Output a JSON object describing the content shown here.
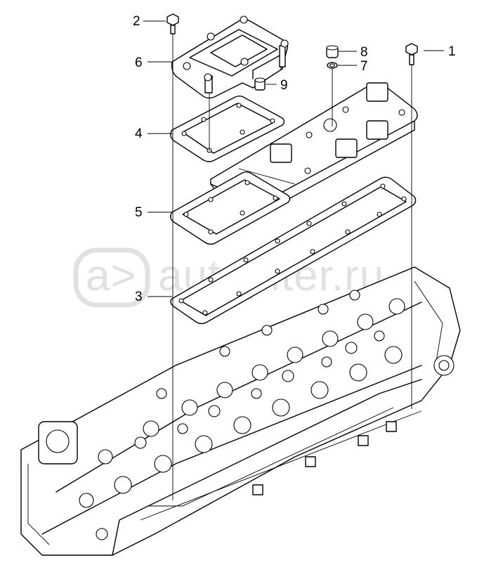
{
  "callouts": {
    "c1": "1",
    "c2": "2",
    "c3": "3",
    "c4": "4",
    "c5": "5",
    "c6": "6",
    "c7": "7",
    "c8": "8",
    "c9": "9"
  },
  "watermark": {
    "text": "autopiter.ru",
    "logo": "a>"
  }
}
